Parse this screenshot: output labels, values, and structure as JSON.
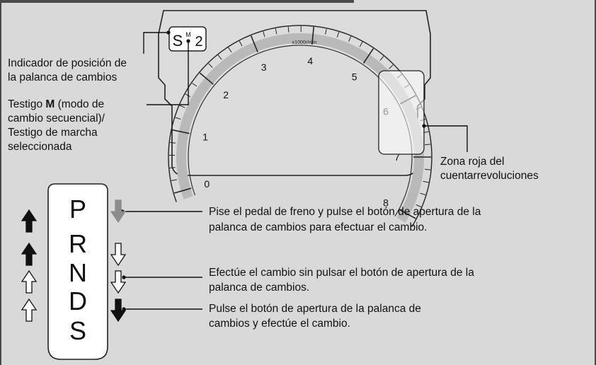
{
  "gauge": {
    "scale_labels": [
      "0",
      "1",
      "2",
      "3",
      "4",
      "5",
      "6",
      "7",
      "8"
    ],
    "unit": "x1000r/min",
    "shift_position_letter": "S",
    "mode_letter": "M",
    "selected_gear": "2"
  },
  "callouts": {
    "shift_position_line1": "Indicador de posición de",
    "shift_position_line2": "la palanca de cambios",
    "m_indicator_prefix": "Testigo ",
    "m_indicator_bold": "M",
    "m_indicator_suffix": " (modo de",
    "m_indicator_line2": "cambio secuencial)/",
    "m_indicator_line3": "Testigo de marcha",
    "m_indicator_line4": "seleccionada",
    "red_zone_line1": "Zona roja del",
    "red_zone_line2": "cuentarrevoluciones"
  },
  "shifter": {
    "gears": [
      "P",
      "R",
      "N",
      "D",
      "S"
    ]
  },
  "legend": {
    "gray_arrow_line1": "Pise el pedal de freno y pulse el botón de apertura de la",
    "gray_arrow_line2": "palanca de cambios para efectuar el cambio.",
    "white_arrow_line1": "Efectúe el cambio sin pulsar el botón de apertura de la",
    "white_arrow_line2": "palanca de cambios.",
    "black_arrow_line1": "Pulse el botón de apertura de la palanca de",
    "black_arrow_line2": "cambios y efectúe el cambio."
  }
}
